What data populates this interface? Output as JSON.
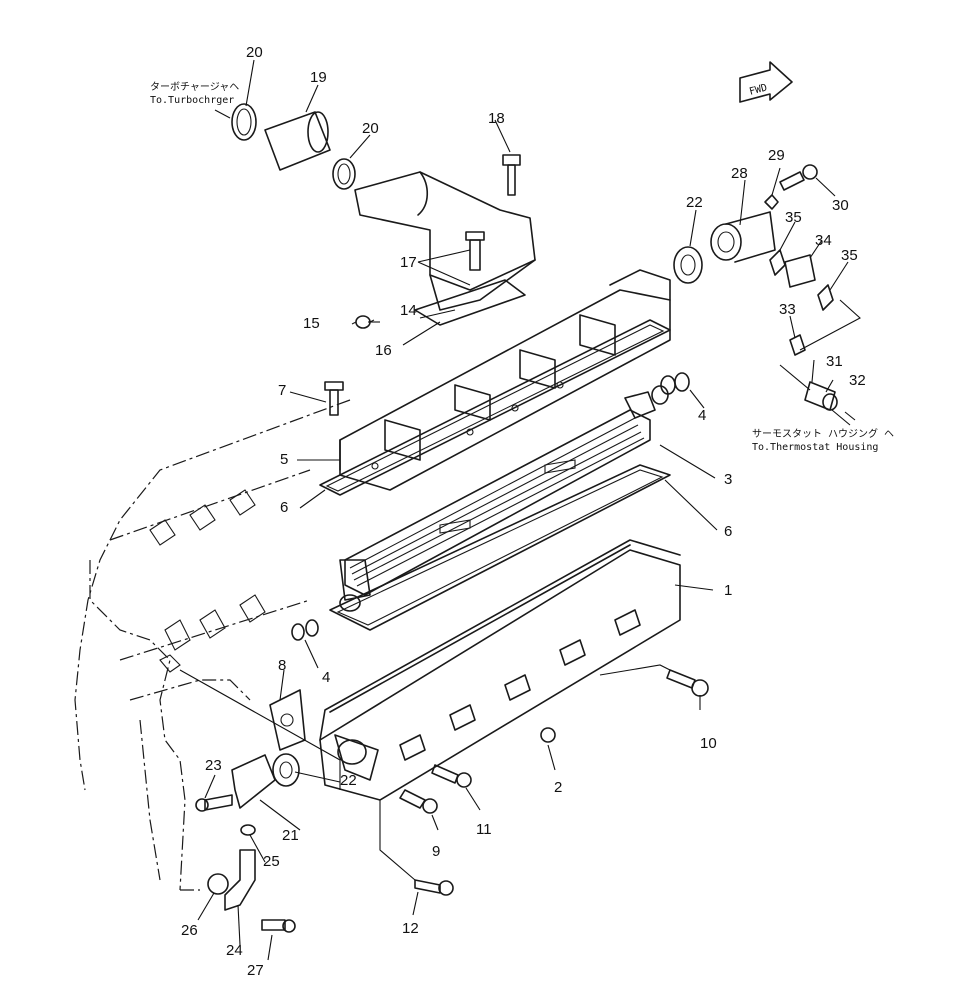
{
  "notes": {
    "turbo_jp": "ターボチャージャヘ",
    "turbo_en": "To.Turbochrger",
    "thermo_jp": "サーモスタット ハウジング ヘ",
    "thermo_en": "To.Thermostat Housing",
    "fwd": "FWD"
  },
  "callouts": {
    "c1": "1",
    "c2": "2",
    "c3": "3",
    "c4a": "4",
    "c4b": "4",
    "c5": "5",
    "c6a": "6",
    "c6b": "6",
    "c7": "7",
    "c8": "8",
    "c9": "9",
    "c10": "10",
    "c11": "11",
    "c12": "12",
    "c14": "14",
    "c15": "15",
    "c16": "16",
    "c17": "17",
    "c18": "18",
    "c19": "19",
    "c20a": "20",
    "c20b": "20",
    "c21": "21",
    "c22a": "22",
    "c22b": "22",
    "c23": "23",
    "c24": "24",
    "c25": "25",
    "c26": "26",
    "c27": "27",
    "c28": "28",
    "c29": "29",
    "c30": "30",
    "c31": "31",
    "c32": "32",
    "c33": "33",
    "c34": "34",
    "c35a": "35",
    "c35b": "35"
  }
}
